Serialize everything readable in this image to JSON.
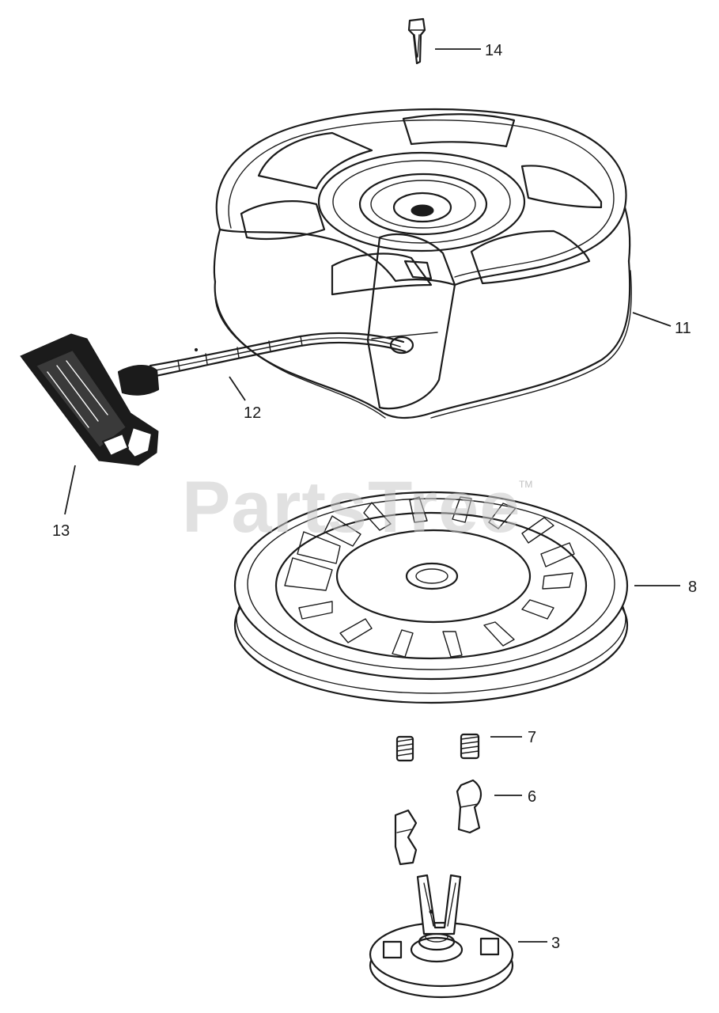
{
  "watermark": {
    "text": "PartsTree",
    "trademark": "TM"
  },
  "callouts": [
    {
      "id": "callout-14",
      "label": "14"
    },
    {
      "id": "callout-11",
      "label": "11"
    },
    {
      "id": "callout-12",
      "label": "12"
    },
    {
      "id": "callout-13",
      "label": "13"
    },
    {
      "id": "callout-8",
      "label": "8"
    },
    {
      "id": "callout-7",
      "label": "7"
    },
    {
      "id": "callout-6",
      "label": "6"
    },
    {
      "id": "callout-3",
      "label": "3"
    }
  ],
  "colors": {
    "ink": "#1b1b1b",
    "background": "#ffffff",
    "watermark": "#c8c8c8"
  }
}
